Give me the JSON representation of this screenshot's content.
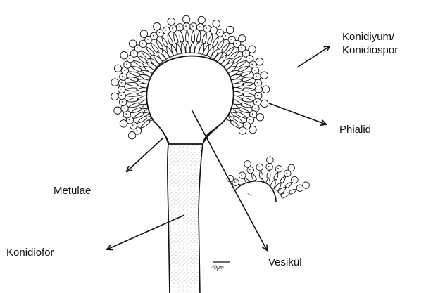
{
  "labels": {
    "conidium_line1": "Konidiyum/",
    "conidium_line2": "Konidiospor",
    "phialide": "Phialid",
    "metulae": "Metulae",
    "conidiophore": "Konidiofor",
    "vesicle": "Vesikül"
  },
  "scale_bar": {
    "text": "40μm"
  },
  "colors": {
    "ink": "#111111",
    "stipe_stipple": "#8a8a8a"
  }
}
